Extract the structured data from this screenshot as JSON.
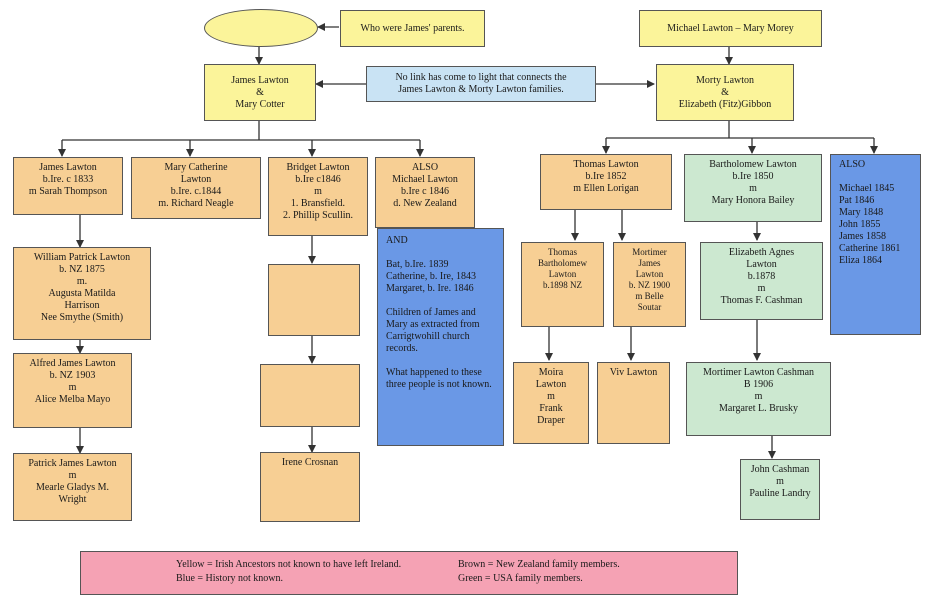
{
  "boxes": {
    "who_parents": "Who were James' parents.",
    "michael_mary": "Michael Lawton – Mary Morey",
    "james_mary": "James Lawton\n&\nMary Cotter",
    "no_link": "No link has come to light that connects the\nJames Lawton & Morty Lawton families.",
    "morty_elizabeth": "Morty Lawton\n&\nElizabeth (Fitz)Gibbon",
    "james_lawton_1833": "James Lawton\nb.Ire. c 1833\nm Sarah Thompson",
    "mary_catherine": "Mary Catherine\nLawton\nb.Ire. c.1844\nm. Richard Neagle",
    "bridget": "Bridget Lawton\nb.Ire c1846\nm\n1.     Bransfield.\n2. Phillip Scullin.",
    "also_michael": "ALSO\nMichael Lawton\nb.Ire  c 1846\nd. New Zealand",
    "and_block": "AND\n\nBat, b.Ire. 1839\nCatherine, b. Ire, 1843\nMargaret, b. Ire. 1846\n\nChildren of James and Mary as extracted from Carrigtwohill church records.\n\nWhat happened to these three people is not known.",
    "thomas_1852": "Thomas Lawton\nb.Ire 1852\nm Ellen Lorigan",
    "bartholomew": "Bartholomew Lawton\nb.Ire 1850\nm\nMary Honora Bailey",
    "also_list": "ALSO\n\nMichael 1845\nPat 1846\nMary 1848\nJohn 1855\nJames 1858\nCatherine 1861\nEliza 1864",
    "william_patrick": "William Patrick Lawton\nb. NZ 1875\nm.\nAugusta Matilda\nHarrison\nNee Smythe (Smith)",
    "thomas_bartholomew": "Thomas\nBartholomew\nLawton\nb.1898 NZ",
    "mortimer_james": "Mortimer\nJames\nLawton\nb. NZ 1900\nm Belle\nSoutar",
    "elizabeth_agnes": "Elizabeth Agnes\nLawton\nb.1878\nm\nThomas F. Cashman",
    "alfred_james": "Alfred James Lawton\nb. NZ 1903\nm\nAlice Melba Mayo",
    "moira": "Moira\nLawton\nm\nFrank\nDraper",
    "viv": "Viv Lawton",
    "mortimer_cashman": "Mortimer Lawton Cashman\nB 1906\nm\nMargaret L. Brusky",
    "patrick_james": "Patrick James Lawton\nm\nMearle Gladys M.\nWright",
    "irene": "Irene Crosnan",
    "john_cashman": "John Cashman\nm\nPauline Landry",
    "empty_1": "",
    "empty_2": ""
  },
  "legend": {
    "yellow": "Yellow = Irish Ancestors not known to have left Ireland.",
    "blue": "Blue = History not known.",
    "brown": "Brown = New Zealand family members.",
    "green": "Green = USA family members."
  },
  "colors": {
    "yellow": "#fbf49a",
    "brown": "#f7cf94",
    "green": "#cce8d0",
    "blue": "#6a98e6",
    "light_blue": "#c9e3f4",
    "pink": "#f5a2b4"
  }
}
